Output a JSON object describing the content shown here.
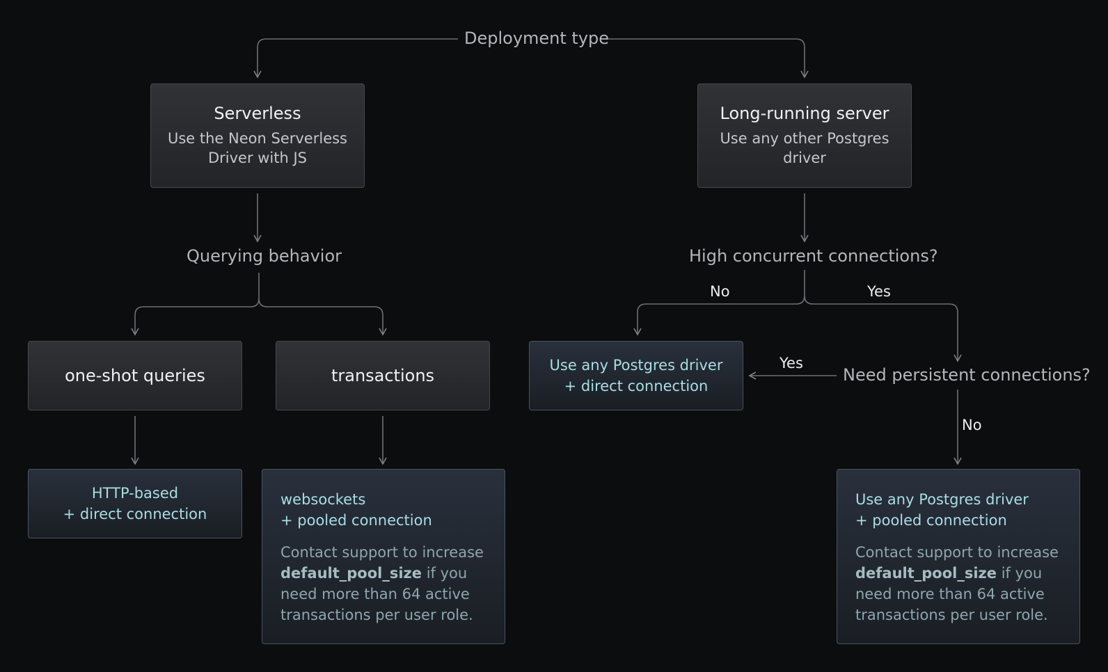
{
  "deployment_type": "Deployment type",
  "serverless": {
    "title": "Serverless",
    "sub_line1": "Use the Neon Serverless",
    "sub_line2": "Driver with JS"
  },
  "long_running": {
    "title": "Long-running server",
    "sub_line1": "Use any other Postgres",
    "sub_line2": "driver"
  },
  "querying_behavior": "Querying behavior",
  "high_concurrent": "High concurrent connections?",
  "edge_no": "No",
  "edge_yes": "Yes",
  "one_shot": "one-shot queries",
  "transactions": "transactions",
  "direct_result": {
    "line1": "Use any Postgres driver",
    "line2": "+ direct connection"
  },
  "need_persistent": "Need persistent connections?",
  "persistent_yes": "Yes",
  "persistent_no": "No",
  "http_result": {
    "line1": "HTTP-based",
    "line2": "+ direct connection"
  },
  "websockets_result": {
    "line1": "websockets",
    "line2": "+ pooled connection",
    "note_before": "Contact support to increase",
    "note_bold": "default_pool_size",
    "note_after1": " if you",
    "note_line3": "need more than 64 active",
    "note_line4": "transactions per user role."
  },
  "pooled_result": {
    "line1": "Use any Postgres driver",
    "line2": "+ pooled connection",
    "note_before": "Contact support to increase",
    "note_bold": "default_pool_size",
    "note_after1": " if you",
    "note_line3": "need more than 64 active",
    "note_line4": "transactions per user role."
  }
}
